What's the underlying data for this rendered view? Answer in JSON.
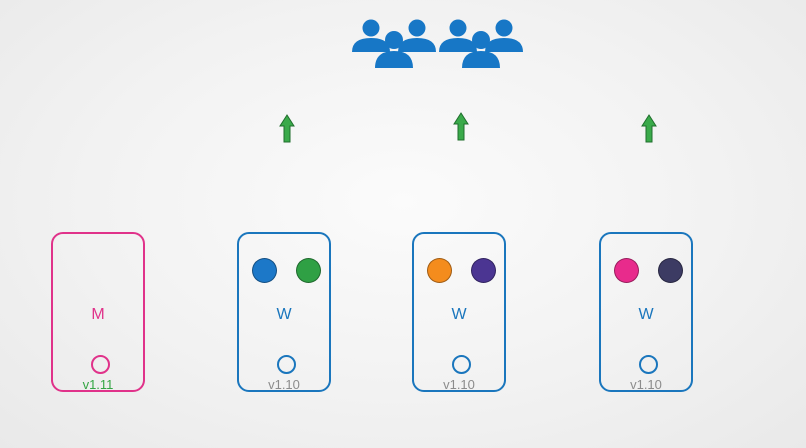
{
  "colors": {
    "users": "#1777c6",
    "arrow": "#3aaa4a",
    "arrow_outline": "#1f6e2c",
    "master": "#e0328a",
    "worker": "#1a76bd",
    "new_version": "#34a544",
    "old_version": "#8c8c8c"
  },
  "icons": [
    "users-group-icon",
    "users-group-icon",
    "upgrade-arrow-icon"
  ],
  "master": {
    "label": "M",
    "version": "v1.11"
  },
  "workers": [
    {
      "label": "W",
      "version": "v1.10",
      "pods": [
        "#1c78c8",
        "#2fa044"
      ]
    },
    {
      "label": "W",
      "version": "v1.10",
      "pods": [
        "#f48c1d",
        "#4b3592"
      ]
    },
    {
      "label": "W",
      "version": "v1.10",
      "pods": [
        "#e82b8c",
        "#3c3b63"
      ]
    }
  ]
}
